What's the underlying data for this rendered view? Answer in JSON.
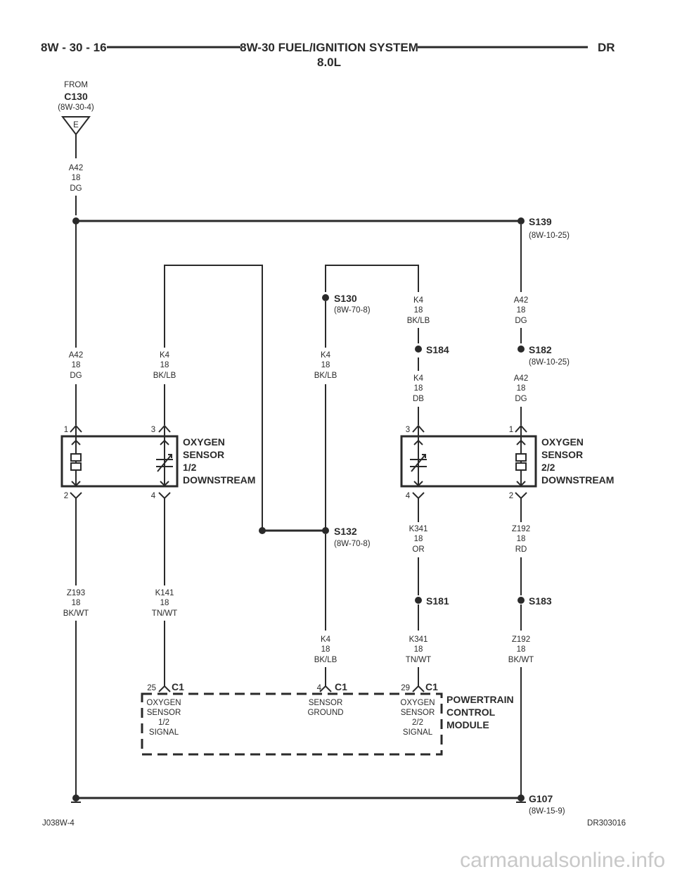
{
  "header": {
    "left": "8W - 30 - 16",
    "title": "8W-30 FUEL/IGNITION SYSTEM",
    "subtitle": "8.0L",
    "right": "DR"
  },
  "from_connector": {
    "from": "FROM",
    "name": "C130",
    "ref": "(8W-30-4)",
    "pin": "E"
  },
  "wires": {
    "a42_top": [
      "A42",
      "18",
      "DG"
    ],
    "a42_left": [
      "A42",
      "18",
      "DG"
    ],
    "k4_left": [
      "K4",
      "18",
      "BK/LB"
    ],
    "k4_mid": [
      "K4",
      "18",
      "BK/LB"
    ],
    "k4_right_top": [
      "K4",
      "18",
      "BK/LB"
    ],
    "k4_db": [
      "K4",
      "18",
      "DB"
    ],
    "a42_right_top": [
      "A42",
      "18",
      "DG"
    ],
    "a42_right_bot": [
      "A42",
      "18",
      "DG"
    ],
    "z193": [
      "Z193",
      "18",
      "BK/WT"
    ],
    "k141": [
      "K141",
      "18",
      "TN/WT"
    ],
    "k4_bottom": [
      "K4",
      "18",
      "BK/LB"
    ],
    "k341_or": [
      "K341",
      "18",
      "OR"
    ],
    "k341_tnwt": [
      "K341",
      "18",
      "TN/WT"
    ],
    "z192_rd": [
      "Z192",
      "18",
      "RD"
    ],
    "z192_bkwt": [
      "Z192",
      "18",
      "BK/WT"
    ]
  },
  "splices": {
    "s139": {
      "name": "S139",
      "ref": "(8W-10-25)"
    },
    "s130": {
      "name": "S130",
      "ref": "(8W-70-8)"
    },
    "s184": {
      "name": "S184"
    },
    "s182": {
      "name": "S182",
      "ref": "(8W-10-25)"
    },
    "s132": {
      "name": "S132",
      "ref": "(8W-70-8)"
    },
    "s181": {
      "name": "S181"
    },
    "s183": {
      "name": "S183"
    }
  },
  "sensor_left": {
    "lines": [
      "OXYGEN",
      "SENSOR",
      "1/2",
      "DOWNSTREAM"
    ],
    "pins": {
      "p1": "1",
      "p3": "3",
      "p2": "2",
      "p4": "4"
    }
  },
  "sensor_right": {
    "lines": [
      "OXYGEN",
      "SENSOR",
      "2/2",
      "DOWNSTREAM"
    ],
    "pins": {
      "p3": "3",
      "p1": "1",
      "p4": "4",
      "p2": "2"
    }
  },
  "pcm": {
    "lines": [
      "POWERTRAIN",
      "CONTROL",
      "MODULE"
    ],
    "pins": [
      {
        "num": "25",
        "conn": "C1",
        "desc": [
          "OXYGEN",
          "SENSOR",
          "1/2",
          "SIGNAL"
        ]
      },
      {
        "num": "4",
        "conn": "C1",
        "desc": [
          "SENSOR",
          "GROUND"
        ]
      },
      {
        "num": "29",
        "conn": "C1",
        "desc": [
          "OXYGEN",
          "SENSOR",
          "2/2",
          "SIGNAL"
        ]
      }
    ]
  },
  "ground": {
    "name": "G107",
    "ref": "(8W-15-9)"
  },
  "footer": {
    "left": "J038W-4",
    "right": "DR303016"
  },
  "watermark": "carmanualsonline.info"
}
